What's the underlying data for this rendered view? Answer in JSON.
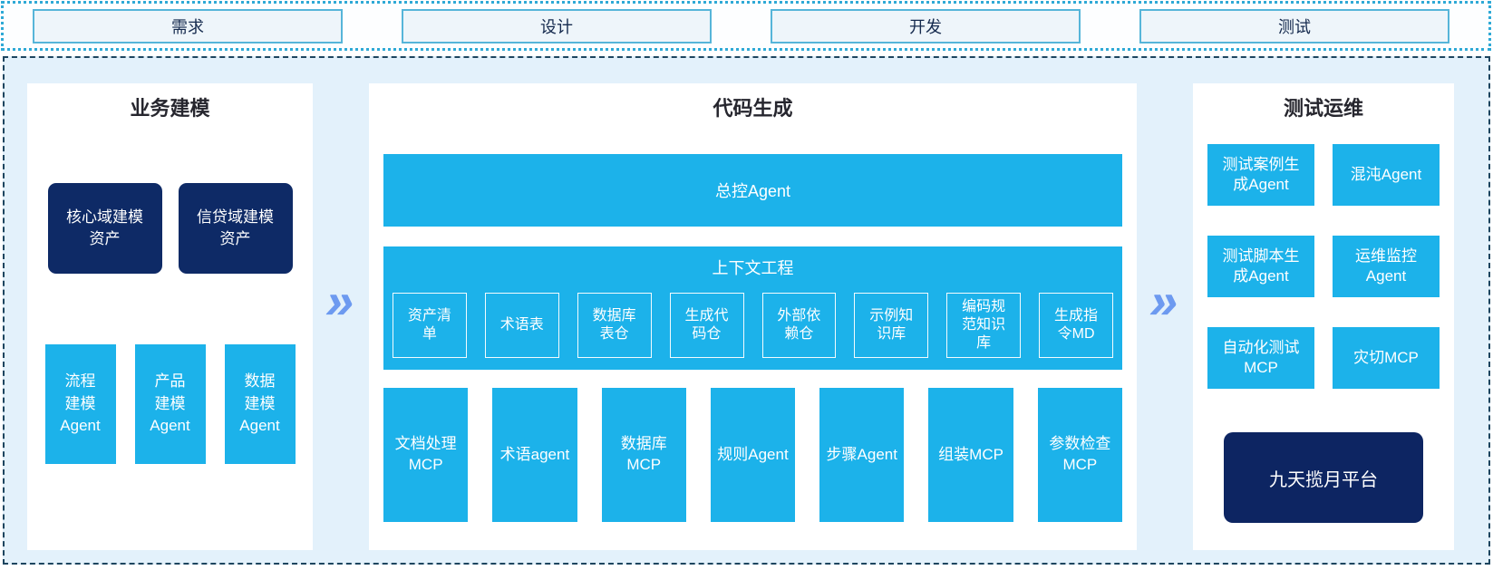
{
  "colors": {
    "cyan": "#1cb2ea",
    "navy": "#0e2a66",
    "platform_navy": "#0d2562",
    "chevron_blue": "#6d9af0",
    "phase_fill": "#eef5fa",
    "phase_border": "#56b5d9",
    "strip_border": "#2ea9d6",
    "main_border": "#1d455f",
    "main_bg": "#e3f1fb"
  },
  "phases": [
    {
      "label": "需求"
    },
    {
      "label": "设计"
    },
    {
      "label": "开发"
    },
    {
      "label": "测试"
    }
  ],
  "arrows": {
    "glyph": "»"
  },
  "business": {
    "title": "业务建模",
    "assets": [
      {
        "label": "核心域建模\n资产"
      },
      {
        "label": "信贷域建模\n资产"
      }
    ],
    "agents": [
      {
        "label": "流程\n建模\nAgent"
      },
      {
        "label": "产品\n建模\nAgent"
      },
      {
        "label": "数据\n建模\nAgent"
      }
    ]
  },
  "codegen": {
    "title": "代码生成",
    "master_agent": "总控Agent",
    "context": {
      "title": "上下文工程",
      "items": [
        {
          "label": "资产清\n单"
        },
        {
          "label": "术语表"
        },
        {
          "label": "数据库\n表仓"
        },
        {
          "label": "生成代\n码仓"
        },
        {
          "label": "外部依\n赖仓"
        },
        {
          "label": "示例知\n识库"
        },
        {
          "label": "编码规\n范知识\n库"
        },
        {
          "label": "生成指\n令MD"
        }
      ]
    },
    "mcp_row": [
      {
        "label": "文档处理\nMCP"
      },
      {
        "label": "术语agent"
      },
      {
        "label": "数据库\nMCP"
      },
      {
        "label": "规则Agent"
      },
      {
        "label": "步骤Agent"
      },
      {
        "label": "组装MCP"
      },
      {
        "label": "参数检查\nMCP"
      }
    ]
  },
  "testops": {
    "title": "测试运维",
    "grid": [
      {
        "label": "测试案例生\n成Agent"
      },
      {
        "label": "混沌Agent"
      },
      {
        "label": "测试脚本生\n成Agent"
      },
      {
        "label": "运维监控\nAgent"
      },
      {
        "label": "自动化测试\nMCP"
      },
      {
        "label": "灾切MCP"
      }
    ],
    "platform": "九天揽月平台"
  }
}
